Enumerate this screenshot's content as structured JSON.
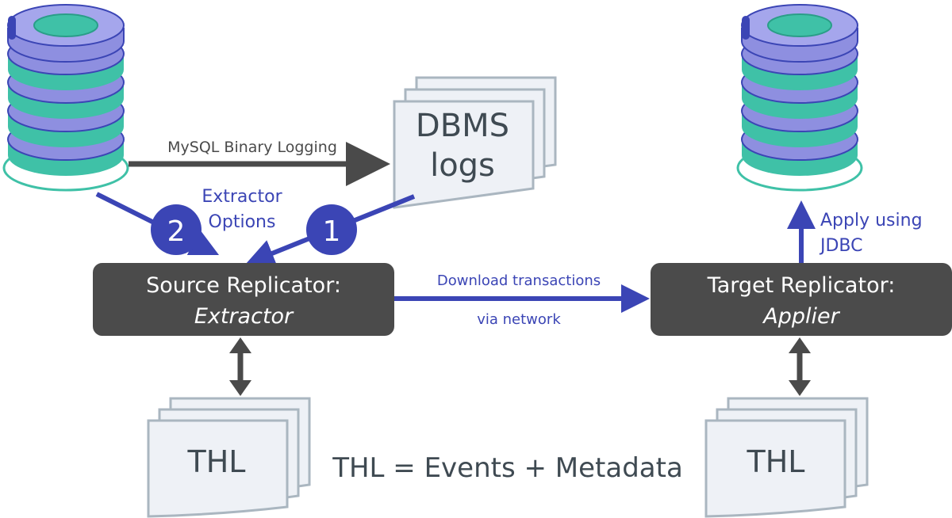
{
  "labels": {
    "mysql_binary_logging": "MySQL Binary Logging",
    "dbms": "DBMS",
    "logs": "logs",
    "extractor_options_line1": "Extractor",
    "extractor_options_line2": "Options",
    "badge_1": "1",
    "badge_2": "2",
    "source_title": "Source Replicator:",
    "source_role": "Extractor",
    "target_title": "Target Replicator:",
    "target_role": "Applier",
    "download_line1": "Download transactions",
    "download_line2": "via network",
    "apply_line1": "Apply using",
    "apply_line2": "JDBC",
    "thl_left": "THL",
    "thl_right": "THL",
    "thl_legend": "THL = Events + Metadata"
  },
  "colors": {
    "accent_blue": "#3b45b5",
    "box_dark": "#4b4b4b",
    "arrow_gray": "#4a4a4a",
    "doc_fill": "#eef1f6",
    "doc_stroke": "#aab6c0",
    "db_purple": "#8e8fe0",
    "db_teal": "#3fc1a7"
  },
  "icons": {
    "source_database": "database-stack-icon",
    "target_database": "database-stack-icon",
    "dbms_logs": "document-stack-icon",
    "thl_docs": "document-stack-icon"
  }
}
